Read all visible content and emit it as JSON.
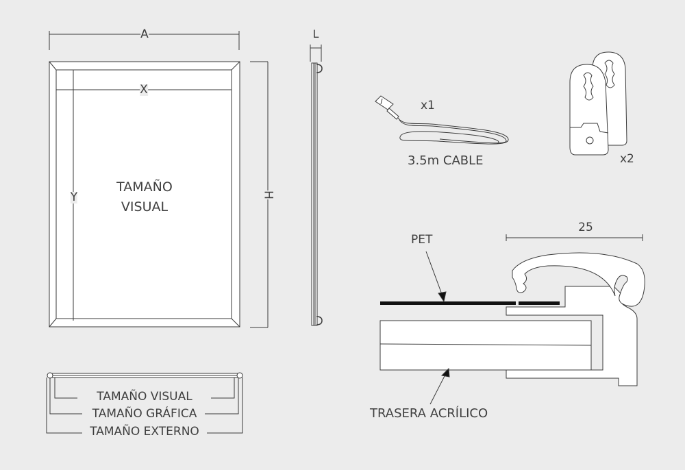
{
  "front_view": {
    "dim_width_outer": "A",
    "dim_width_inner": "X",
    "dim_height_inner": "Y",
    "dim_height_outer": "H",
    "center_label_line1": "TAMAÑO",
    "center_label_line2": "VISUAL"
  },
  "side_view": {
    "dim_depth": "L"
  },
  "bottom_view": {
    "labels": [
      "TAMAÑO VISUAL",
      "TAMAÑO GRÁFICA",
      "TAMAÑO EXTERNO"
    ]
  },
  "accessories": {
    "cable": {
      "quantity": "x1",
      "label": "3.5m CABLE"
    },
    "hanger": {
      "quantity": "x2"
    }
  },
  "profile_section": {
    "dim_width": "25",
    "layer_top": "PET",
    "layer_back": "TRASERA ACRÍLICO"
  },
  "colors": {
    "background": "#ececec",
    "line": "#3a3a3a",
    "fill": "#ffffff",
    "pet": "#111111"
  }
}
